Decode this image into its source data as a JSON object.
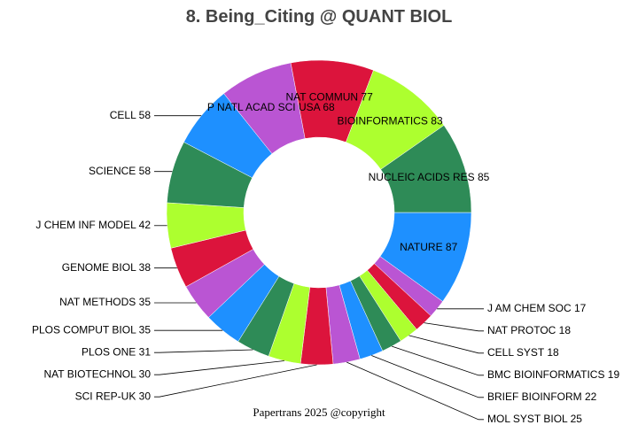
{
  "chart_data": {
    "type": "pie",
    "style": "donut",
    "title": "8. Being_Citing @ QUANT BIOL",
    "footer": "Papertrans 2025 @copyright",
    "slices": [
      {
        "label": "NATURE",
        "value": 87,
        "color": "#1E90FF"
      },
      {
        "label": "J AM CHEM SOC",
        "value": 17,
        "color": "#BA55D3"
      },
      {
        "label": "NAT PROTOC",
        "value": 18,
        "color": "#DC143C"
      },
      {
        "label": "CELL SYST",
        "value": 18,
        "color": "#ADFF2F"
      },
      {
        "label": "BMC BIOINFORMATICS",
        "value": 19,
        "color": "#2E8B57"
      },
      {
        "label": "BRIEF BIOINFORM",
        "value": 22,
        "color": "#1E90FF"
      },
      {
        "label": "MOL SYST BIOL",
        "value": 25,
        "color": "#BA55D3"
      },
      {
        "label": "SCI REP-UK",
        "value": 30,
        "color": "#DC143C"
      },
      {
        "label": "NAT BIOTECHNOL",
        "value": 30,
        "color": "#ADFF2F"
      },
      {
        "label": "PLOS ONE",
        "value": 31,
        "color": "#2E8B57"
      },
      {
        "label": "PLOS COMPUT BIOL",
        "value": 35,
        "color": "#1E90FF"
      },
      {
        "label": "NAT METHODS",
        "value": 35,
        "color": "#BA55D3"
      },
      {
        "label": "GENOME BIOL",
        "value": 38,
        "color": "#DC143C"
      },
      {
        "label": "J CHEM INF MODEL",
        "value": 42,
        "color": "#ADFF2F"
      },
      {
        "label": "SCIENCE",
        "value": 58,
        "color": "#2E8B57"
      },
      {
        "label": "CELL",
        "value": 58,
        "color": "#1E90FF"
      },
      {
        "label": "P NATL ACAD SCI USA",
        "value": 68,
        "color": "#BA55D3"
      },
      {
        "label": "NAT COMMUN",
        "value": 77,
        "color": "#DC143C"
      },
      {
        "label": "BIOINFORMATICS",
        "value": 83,
        "color": "#ADFF2F"
      },
      {
        "label": "NUCLEIC ACIDS RES",
        "value": 85,
        "color": "#2E8B57"
      }
    ]
  }
}
